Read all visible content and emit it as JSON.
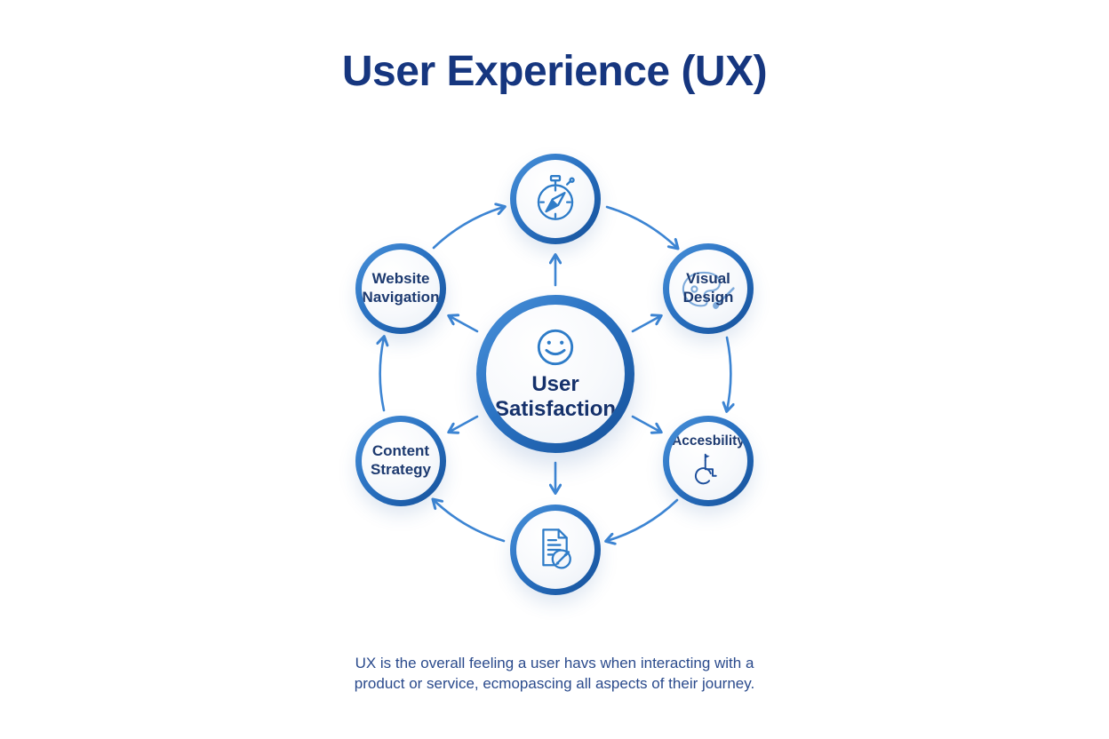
{
  "title": "User Experience (UX)",
  "caption": "UX is the overall feeling a user havs when interacting with a product or service, ecmopascing all aspects of their journey.",
  "center": {
    "label": "User Satisfaction",
    "icon": "smiley-icon"
  },
  "nodes": [
    {
      "id": "performance",
      "label": "",
      "icon": "stopwatch-compass-icon"
    },
    {
      "id": "visual-design",
      "label": "Visual Design",
      "icon": "palette-brush-icon"
    },
    {
      "id": "accessibility",
      "label": "Accesbility",
      "icon": "wheelchair-icon"
    },
    {
      "id": "content-editing",
      "label": "",
      "icon": "document-pen-icon"
    },
    {
      "id": "content-strategy",
      "label": "Content Strategy",
      "icon": ""
    },
    {
      "id": "website-navigation",
      "label": "Website Navigation",
      "icon": ""
    }
  ],
  "flow": {
    "ring_direction": "clockwise",
    "ring_links": [
      "website-navigation→performance",
      "performance→visual-design",
      "visual-design→accessibility",
      "accessibility→content-editing",
      "content-editing→content-strategy",
      "content-strategy→website-navigation"
    ],
    "radial_links_from_center": 6
  },
  "colors": {
    "background": "#ffffff",
    "title_text": "#16367f",
    "node_border_light": "#4a92da",
    "node_border_dark": "#155099",
    "node_fill": "#f7f9fc",
    "node_text": "#1d3a70",
    "icon_stroke": "#2e7cc8",
    "arrow": "#3d85d3",
    "caption_text": "#2a4a8c"
  }
}
